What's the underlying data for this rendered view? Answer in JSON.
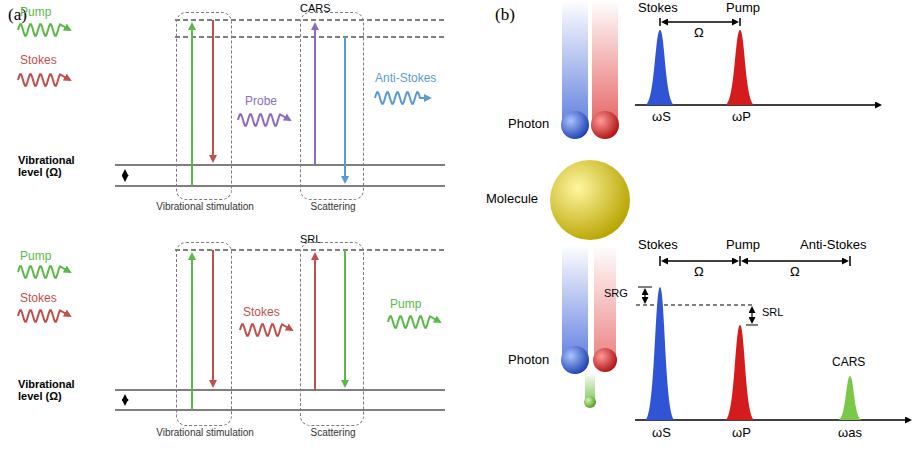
{
  "diagram": {
    "nodes": [
      {
        "text": [
          "Vibrational stimulation"
        ]
      },
      {
        "text": [
          "Scattering"
        ]
      },
      {
        "text": [
          "Vibrational stimulation"
        ]
      },
      {
        "text": [
          "Scattering"
        ]
      }
    ],
    "labels": [
      "(a)",
      "CARS",
      "Pump",
      "Stokes",
      "Probe",
      "Anti-Stokes",
      "Vibrational level (Ω)",
      "SRL",
      "Pump",
      "Stokes",
      "Stokes",
      "Pump",
      "Vibrational level (Ω)",
      "(b)",
      "Photon",
      "Molecule",
      "Photon",
      "Stokes",
      "Pump",
      "Ω",
      "ωS",
      "ωP",
      "Stokes",
      "Pump",
      "Anti-Stokes",
      "Ω",
      "Ω",
      "SRG",
      "SRL",
      "CARS",
      "ωS",
      "ωP",
      "ωas"
    ]
  }
}
